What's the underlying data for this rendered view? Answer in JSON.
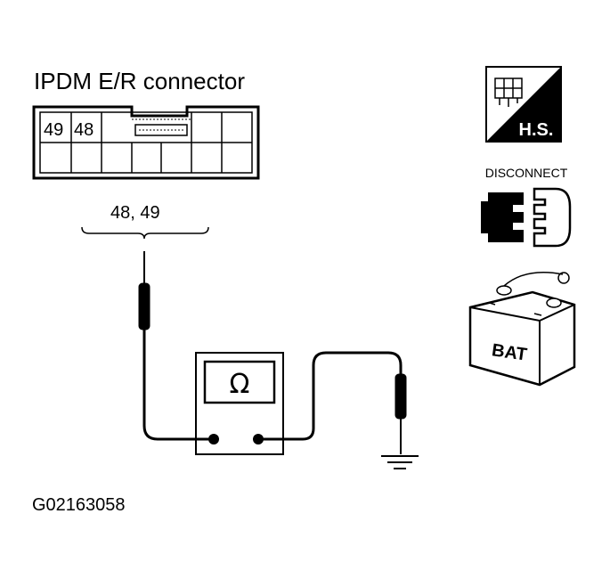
{
  "connector": {
    "title": "IPDM E/R connector",
    "pin_labels": [
      "49",
      "48"
    ],
    "probe_pins": "48, 49"
  },
  "meter": {
    "symbol": "Ω"
  },
  "icons": {
    "hs": {
      "label": "H.S.",
      "icon": "harness-side-icon"
    },
    "disconnect": {
      "label": "DISCONNECT",
      "icon": "disconnect-connector-icon"
    },
    "battery": {
      "label": "BAT",
      "icon": "battery-icon"
    }
  },
  "figure_code": "G02163058"
}
